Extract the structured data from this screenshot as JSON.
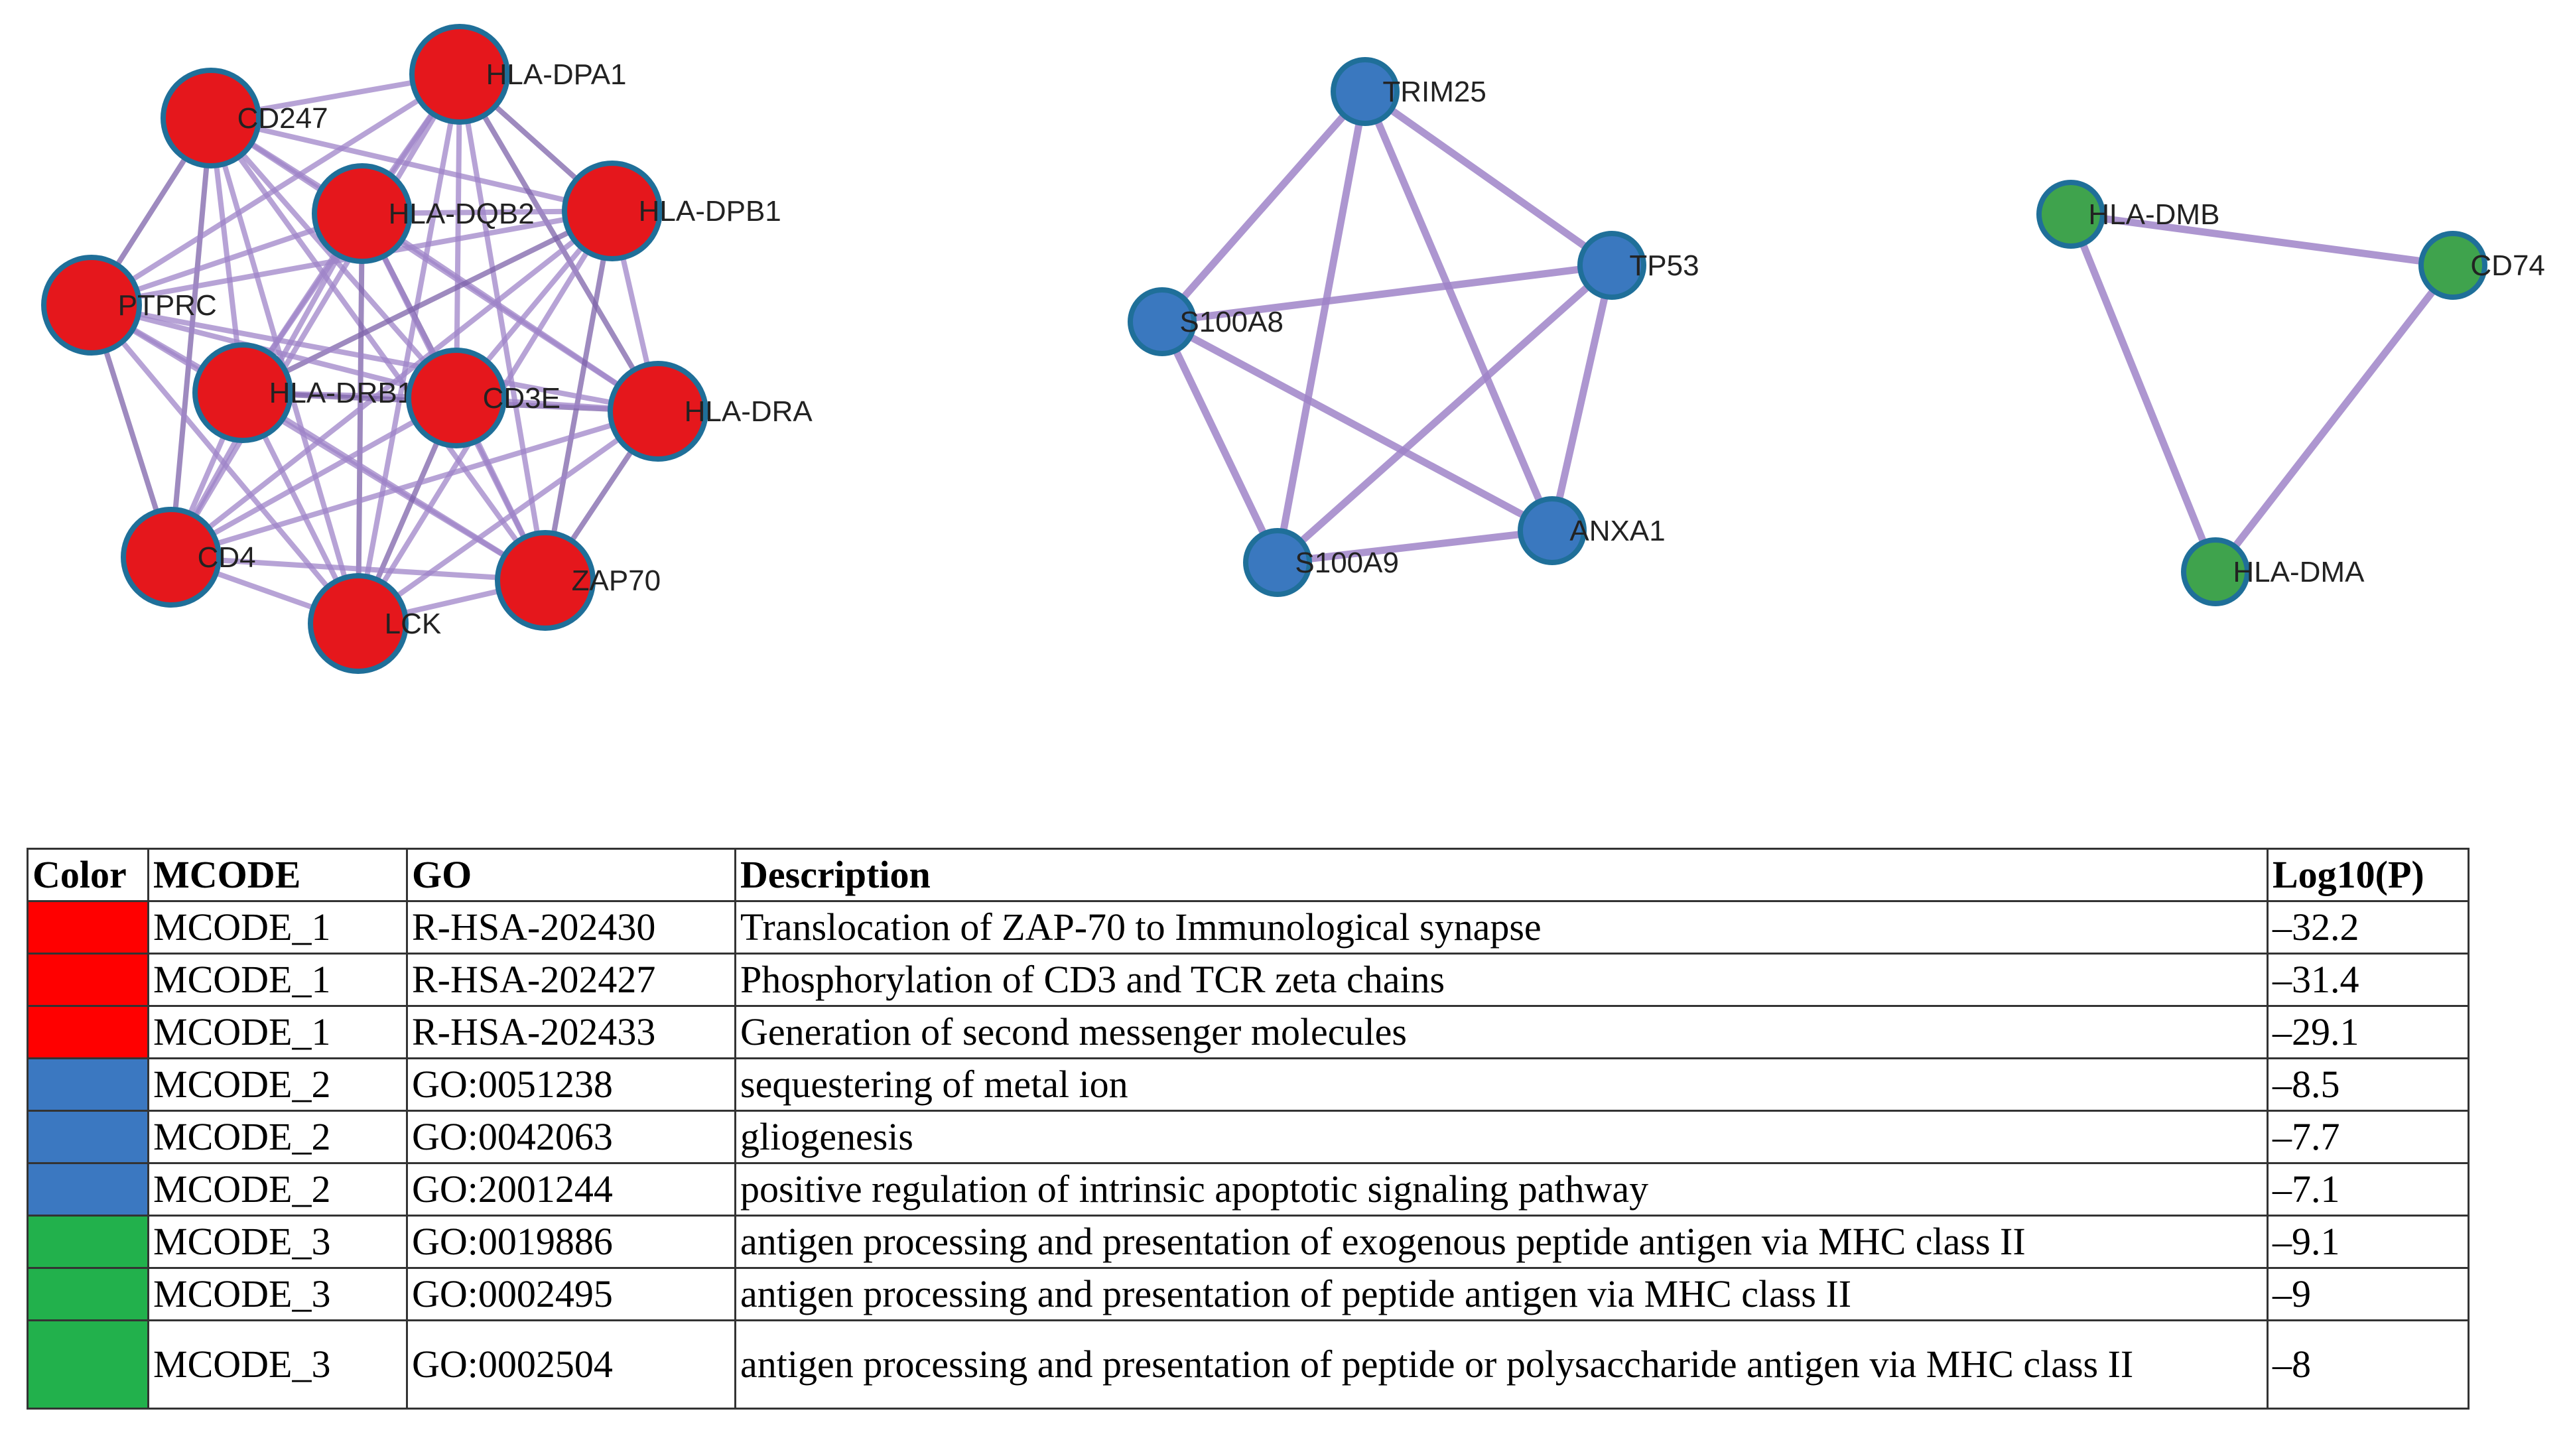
{
  "colors": {
    "edge": "#9f84c8",
    "edge_dark": "#7d63aa",
    "node_border": "#1f6f99",
    "MCODE_1": "#ff0000",
    "MCODE_2": "#3b78c1",
    "MCODE_3": "#22b14c"
  },
  "networks": [
    {
      "cluster": "MCODE_1",
      "node_fill": "#e5171c",
      "nodes": [
        "CD247",
        "HLA-DPA1",
        "HLA-DQB2",
        "HLA-DPB1",
        "PTPRC",
        "HLA-DRB1",
        "CD3E",
        "HLA-DRA",
        "CD4",
        "ZAP70",
        "LCK"
      ],
      "edges": "complete"
    },
    {
      "cluster": "MCODE_2",
      "node_fill": "#3a78bf",
      "nodes": [
        "TRIM25",
        "TP53",
        "S100A8",
        "ANXA1",
        "S100A9"
      ],
      "edges": "complete"
    },
    {
      "cluster": "MCODE_3",
      "node_fill": "#3fa34d",
      "nodes": [
        "HLA-DMB",
        "CD74",
        "HLA-DMA"
      ],
      "edges": "complete"
    }
  ],
  "table": {
    "headers": [
      "Color",
      "MCODE",
      "GO",
      "Description",
      "Log10(P)"
    ],
    "rows": [
      {
        "cluster": "MCODE_1",
        "mcode": "MCODE_1",
        "go": "R-HSA-202430",
        "description": "Translocation of ZAP-70 to Immunological synapse",
        "log10p": "–32.2"
      },
      {
        "cluster": "MCODE_1",
        "mcode": "MCODE_1",
        "go": "R-HSA-202427",
        "description": "Phosphorylation of CD3 and TCR zeta chains",
        "log10p": "–31.4"
      },
      {
        "cluster": "MCODE_1",
        "mcode": "MCODE_1",
        "go": "R-HSA-202433",
        "description": "Generation of second messenger molecules",
        "log10p": "–29.1"
      },
      {
        "cluster": "MCODE_2",
        "mcode": "MCODE_2",
        "go": "GO:0051238",
        "description": "sequestering of metal ion",
        "log10p": "–8.5"
      },
      {
        "cluster": "MCODE_2",
        "mcode": "MCODE_2",
        "go": "GO:0042063",
        "description": "gliogenesis",
        "log10p": "–7.7"
      },
      {
        "cluster": "MCODE_2",
        "mcode": "MCODE_2",
        "go": "GO:2001244",
        "description": "positive regulation of intrinsic apoptotic signaling pathway",
        "log10p": "–7.1"
      },
      {
        "cluster": "MCODE_3",
        "mcode": "MCODE_3",
        "go": "GO:0019886",
        "description": "antigen processing and presentation of exogenous peptide antigen via MHC class II",
        "log10p": "–9.1"
      },
      {
        "cluster": "MCODE_3",
        "mcode": "MCODE_3",
        "go": "GO:0002495",
        "description": "antigen processing and presentation of peptide antigen via MHC class II",
        "log10p": "–9"
      },
      {
        "cluster": "MCODE_3",
        "mcode": "MCODE_3",
        "go": "GO:0002504",
        "description": "antigen processing and presentation of peptide or polysaccharide antigen via MHC class II",
        "log10p": "–8"
      }
    ]
  }
}
